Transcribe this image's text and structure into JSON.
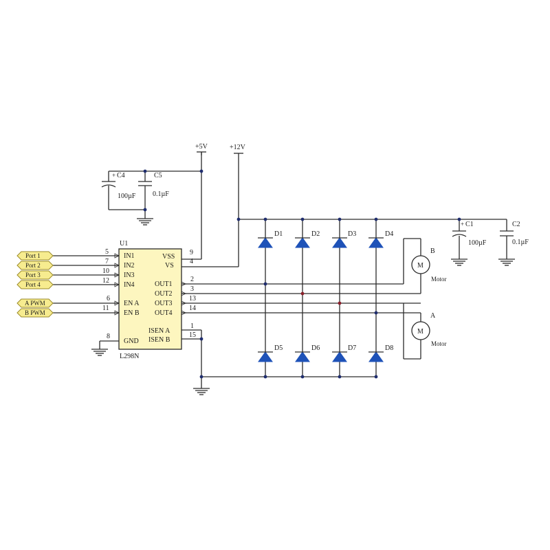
{
  "colors": {
    "chip_fill": "#fdf6bf",
    "port_fill": "#f7ec8f",
    "diode_fill": "#1e52b8",
    "wire": "#2a2a2a",
    "junction": "#1f2d6e",
    "junction_red": "#8b1f2a"
  },
  "power": {
    "v5": "+5V",
    "v12": "+12V"
  },
  "chip": {
    "ref": "U1",
    "part": "L298N",
    "pins_left": [
      {
        "num": "5",
        "name": "IN1"
      },
      {
        "num": "7",
        "name": "IN2"
      },
      {
        "num": "10",
        "name": "IN3"
      },
      {
        "num": "12",
        "name": "IN4"
      },
      {
        "num": "6",
        "name": "EN A"
      },
      {
        "num": "11",
        "name": "EN B"
      },
      {
        "num": "8",
        "name": "GND"
      }
    ],
    "pins_right": [
      {
        "num": "9",
        "name": "VSS"
      },
      {
        "num": "4",
        "name": "VS"
      },
      {
        "num": "2",
        "name": "OUT1"
      },
      {
        "num": "3",
        "name": "OUT2"
      },
      {
        "num": "13",
        "name": "OUT3"
      },
      {
        "num": "14",
        "name": "OUT4"
      },
      {
        "num": "1",
        "name": "ISEN A"
      },
      {
        "num": "15",
        "name": "ISEN B"
      }
    ]
  },
  "ports": [
    "Port 1",
    "Port 2",
    "Port 3",
    "Port 4",
    "A PWM",
    "B PWM"
  ],
  "capacitors": [
    {
      "ref": "C4",
      "value": "100µF"
    },
    {
      "ref": "C5",
      "value": "0.1µF"
    },
    {
      "ref": "C1",
      "value": "100µF"
    },
    {
      "ref": "C2",
      "value": "0.1µF"
    }
  ],
  "diodes": [
    "D1",
    "D2",
    "D3",
    "D4",
    "D5",
    "D6",
    "D7",
    "D8"
  ],
  "motors": [
    {
      "ref": "B",
      "symbol": "M",
      "label": "Motor"
    },
    {
      "ref": "A",
      "symbol": "M",
      "label": "Motor"
    }
  ]
}
